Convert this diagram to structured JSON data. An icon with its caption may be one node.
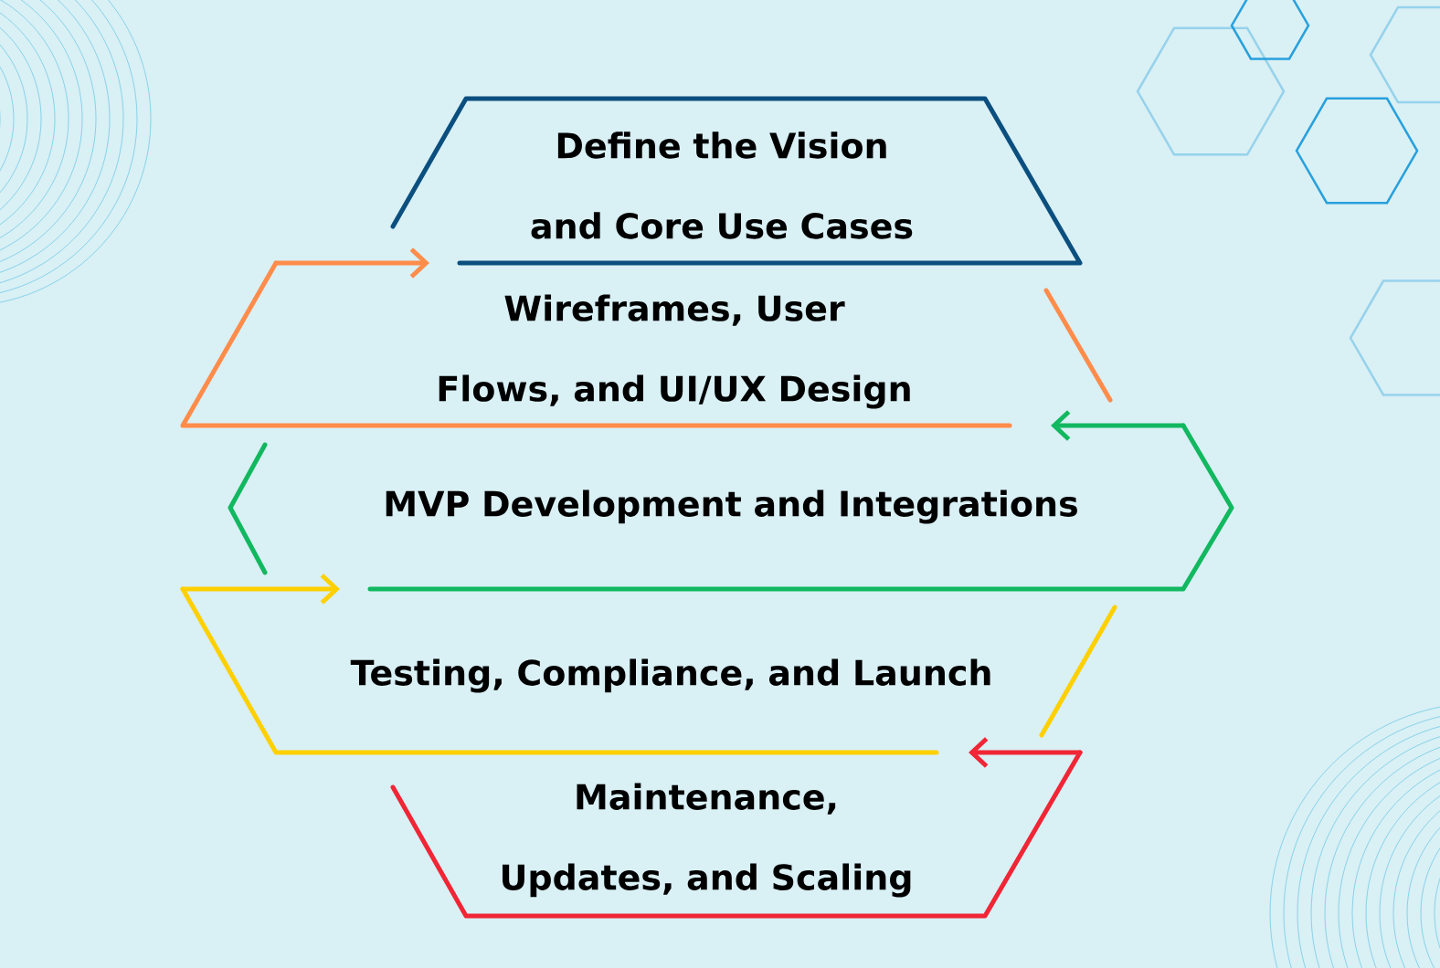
{
  "diagram": {
    "nodes": [
      {
        "text": [
          "Define the Vision and Core Use Cases"
        ]
      },
      {
        "text": [
          "Wireframes, User Flows, and UI/UX Design"
        ]
      },
      {
        "text": [
          "MVP Development and Integrations"
        ]
      },
      {
        "text": [
          "Testing, Compliance, and Launch"
        ]
      },
      {
        "text": [
          "Maintenance, Updates, and Scaling"
        ]
      }
    ],
    "edges": [
      {
        "from": 1,
        "to": 0,
        "arrow": "to",
        "color": "#ff8c4a"
      },
      {
        "from": 2,
        "to": 1,
        "arrow": "to",
        "color": "#12b85f"
      },
      {
        "from": 3,
        "to": 2,
        "arrow": "to",
        "color": "#ffd000"
      },
      {
        "from": 4,
        "to": 3,
        "arrow": "to",
        "color": "#f02535"
      }
    ]
  }
}
